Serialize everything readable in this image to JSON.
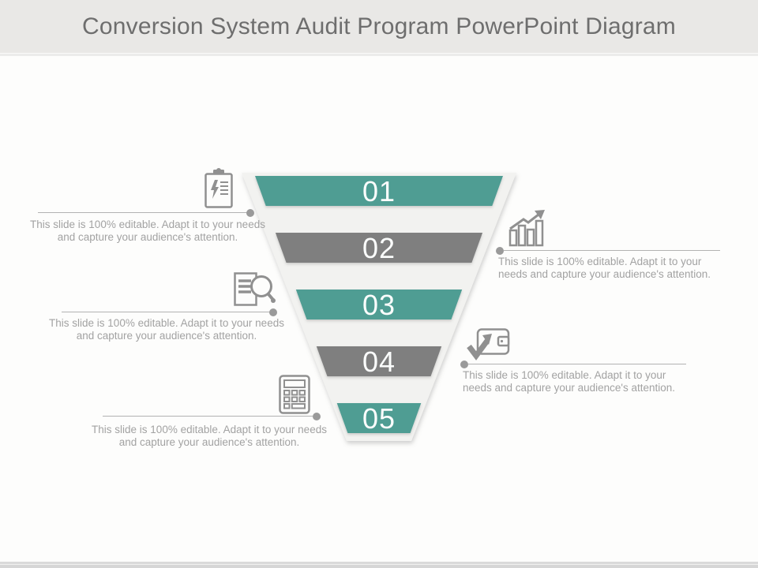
{
  "slide": {
    "title": "Conversion System Audit Program PowerPoint Diagram"
  },
  "colors": {
    "teal": "#4f9d93",
    "gray": "#7f7f7f",
    "funnel_background": "#f2f2f0",
    "header_background": "#e9e8e6",
    "title_text": "#6e6e6e",
    "caption_text": "#a2a2a2",
    "icon_stroke": "#909090",
    "connector": "#b2b2b2"
  },
  "funnel": {
    "levels": [
      {
        "number": "01",
        "color": "#4f9d93"
      },
      {
        "number": "02",
        "color": "#7f7f7f"
      },
      {
        "number": "03",
        "color": "#4f9d93"
      },
      {
        "number": "04",
        "color": "#7f7f7f"
      },
      {
        "number": "05",
        "color": "#4f9d93"
      }
    ]
  },
  "callouts": {
    "left": [
      {
        "icon": "clipboard-lightning-icon",
        "text": "This slide is 100% editable. Adapt it to your needs and capture your audience's attention."
      },
      {
        "icon": "document-search-icon",
        "text": "This slide is 100% editable. Adapt it to your needs and capture your audience's attention."
      },
      {
        "icon": "calculator-icon",
        "text": "This slide is 100% editable. Adapt it to your needs and capture your audience's attention."
      }
    ],
    "right": [
      {
        "icon": "bar-chart-growth-icon",
        "text": "This slide is 100% editable. Adapt it to your needs and capture your audience's attention."
      },
      {
        "icon": "wallet-check-icon",
        "text": "This slide is 100% editable. Adapt it to your needs and capture your audience's attention."
      }
    ]
  }
}
